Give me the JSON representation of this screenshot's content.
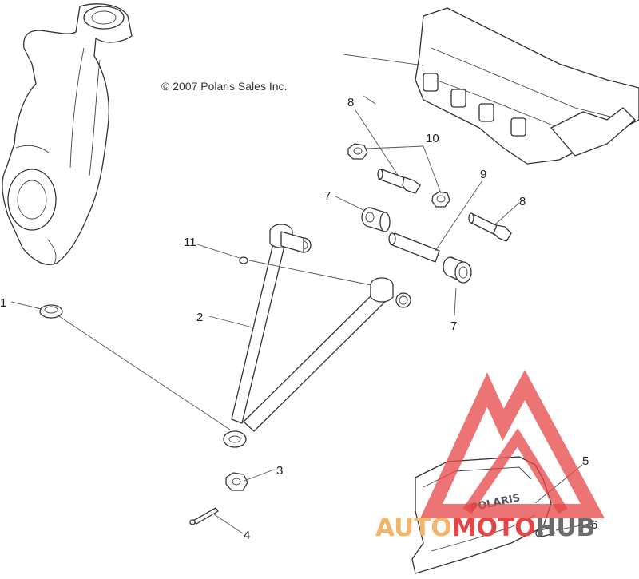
{
  "copyright": "© 2007 Polaris Sales Inc.",
  "callouts": [
    "1",
    "2",
    "3",
    "4",
    "5",
    "6",
    "7",
    "7",
    "8",
    "8",
    "9",
    "10",
    "11"
  ],
  "watermark": {
    "part1": "AUTO",
    "part2": "MOTO",
    "part3": "HUB",
    "color_orange": "#f2b56b",
    "color_red": "#e64545",
    "color_gray": "#6b6b6b"
  }
}
